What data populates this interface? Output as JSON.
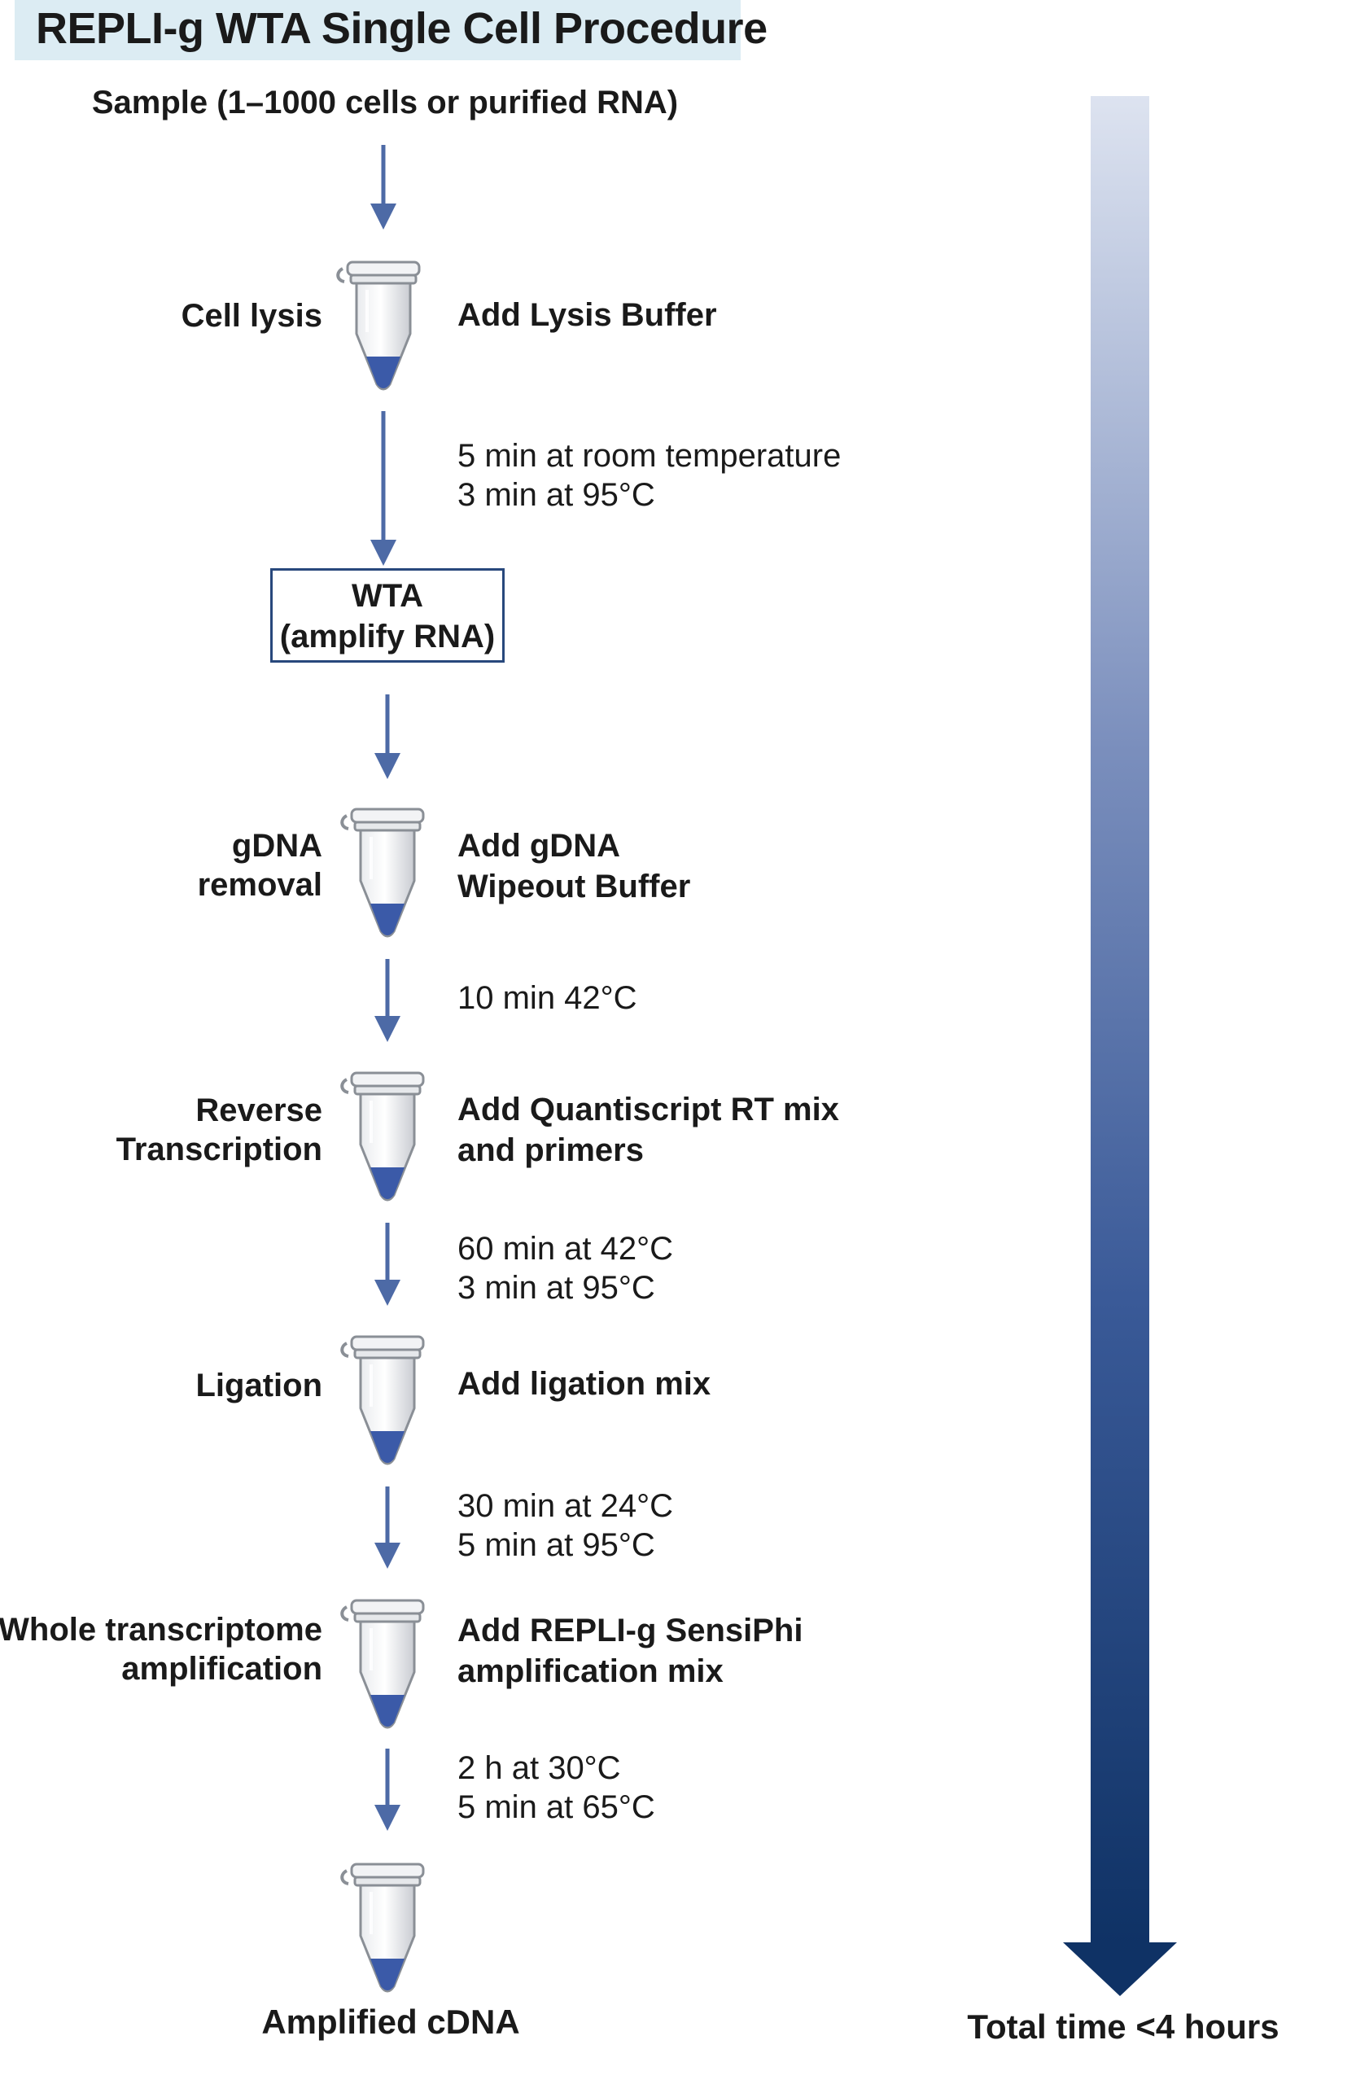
{
  "title": "REPLI-g WTA Single Cell Procedure",
  "sample": "Sample (1–1000 cells or purified RNA)",
  "steps": [
    {
      "label": "Cell lysis",
      "action": "Add Lysis Buffer"
    },
    {
      "label": "gDNA\nremoval",
      "action": "Add gDNA\nWipeout Buffer"
    },
    {
      "label": "Reverse\nTranscription",
      "action": "Add Quantiscript RT mix\nand primers"
    },
    {
      "label": "Ligation",
      "action": "Add ligation mix"
    },
    {
      "label": "Whole transcriptome\namplification",
      "action": "Add REPLI-g SensiPhi\namplification mix"
    }
  ],
  "conditions": [
    "5 min at room temperature\n3 min at 95°C",
    "10 min 42°C",
    "60 min at 42°C\n3 min at 95°C",
    "30 min at 24°C\n5 min at 95°C",
    "2 h at 30°C\n5 min at 65°C"
  ],
  "wta_box": "WTA\n(amplify RNA)",
  "final_product": "Amplified cDNA",
  "total_time": "Total time <4 hours",
  "icons": [
    "arrow-down-icon",
    "microcentrifuge-tube-icon",
    "timeline-arrow-icon"
  ],
  "colors": {
    "arrow": "#4d6aa6",
    "box_border": "#28487c",
    "title_band": "#dcecf3",
    "tube_liquid": "#3b5aa8",
    "timeline_top": "#dde3f0",
    "timeline_bottom": "#0f3265"
  }
}
